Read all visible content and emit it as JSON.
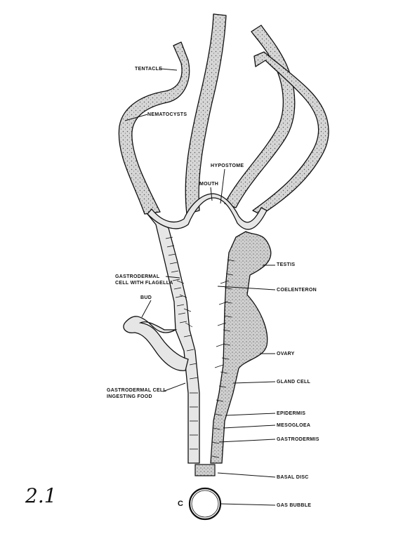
{
  "figure": {
    "number": "2.1",
    "panel_letter": "C"
  },
  "labels": {
    "tentacle": "TENTACLE",
    "nematocysts": "NEMATOCYSTS",
    "hypostome": "HYPOSTOME",
    "mouth": "MOUTH",
    "testis": "TESTIS",
    "gastrodermal_flagella_line1": "GASTRODERMAL",
    "gastrodermal_flagella_line2": "CELL WITH FLAGELLA",
    "coelenteron": "COELENTERON",
    "bud": "BUD",
    "ovary": "OVARY",
    "gland_cell": "GLAND CELL",
    "gastrodermal_food_line1": "GASTRODERMAL CELL",
    "gastrodermal_food_line2": "INGESTING FOOD",
    "epidermis": "EPIDERMIS",
    "mesogloea": "MESOGLOEA",
    "gastrodermis": "GASTRODERMIS",
    "basal_disc": "BASAL DISC",
    "gas_bubble": "GAS BUBBLE"
  },
  "colors": {
    "ink": "#111111",
    "tentacle_fill": "#d2d2d2",
    "tissue_fill": "#e6e6e6",
    "gonad_fill": "#cfcfcf",
    "paper": "#ffffff"
  }
}
